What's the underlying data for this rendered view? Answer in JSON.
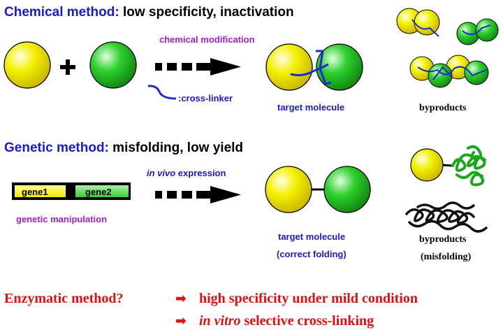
{
  "chemical": {
    "title": "Chemical method:",
    "subtitle": " low specificity, inactivation",
    "arrow_label": "chemical modification",
    "linker_label": ":cross-linker",
    "target_label": "target molecule",
    "byproducts_label": "byproducts"
  },
  "genetic": {
    "title": "Genetic method:",
    "subtitle": " misfolding, low yield",
    "expr_italic": "in vivo",
    "expr_rest": " expression",
    "gene1": "gene1",
    "gene2": "gene2",
    "manip_label": "genetic manipulation",
    "target_label_1": "target molecule",
    "target_label_2": "(correct folding)",
    "byproducts_label_1": "byproducts",
    "byproducts_label_2": "(misfolding)"
  },
  "enzymatic": {
    "question": "Enzymatic method?",
    "arrow_glyph": "➡",
    "point1": "high specificity under mild condition",
    "point2_italic": "in vitro",
    "point2_rest": " selective cross-linking"
  },
  "colors": {
    "blue": "#1a1acc",
    "purple": "#a020d0",
    "red": "#e01010",
    "yellow": "#f4f000",
    "green": "#20c020",
    "gene2_green": "#55d455"
  }
}
